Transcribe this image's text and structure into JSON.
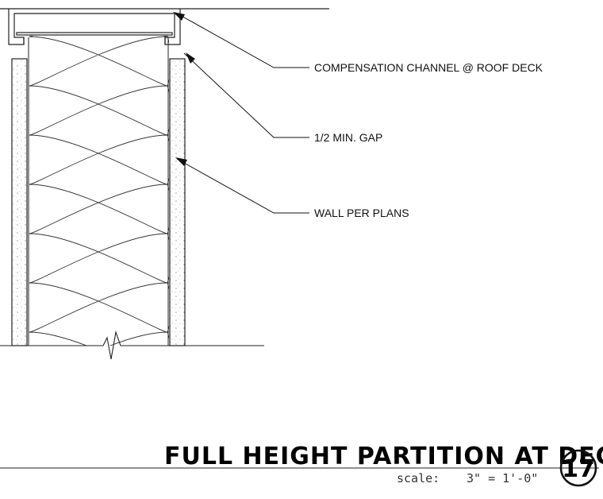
{
  "callouts": [
    {
      "text": "COMPENSATION CHANNEL @ ROOF DECK"
    },
    {
      "text": "1/2 MIN. GAP"
    },
    {
      "text": "WALL PER PLANS"
    }
  ],
  "title_block": {
    "title": "FULL HEIGHT PARTITION AT DECK",
    "scale_label": "scale:",
    "scale_value": "3\"  =  1'-0\"",
    "detail_number": "17"
  }
}
